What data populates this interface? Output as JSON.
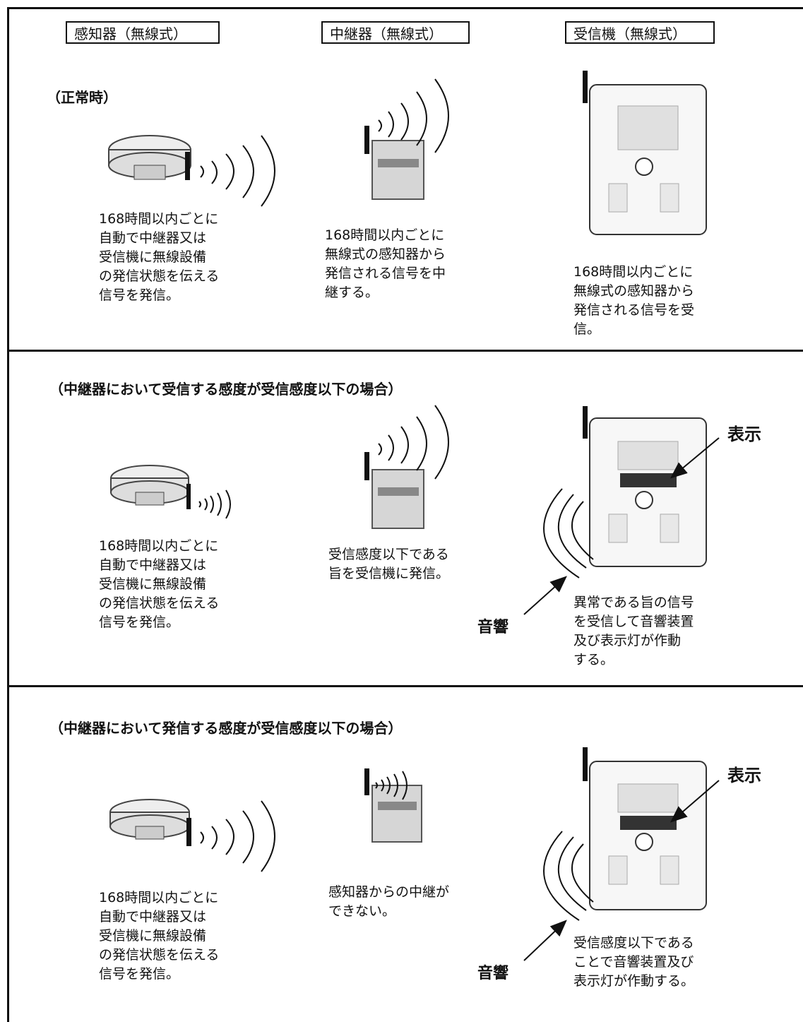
{
  "headers": {
    "sensor": "感知器（無線式）",
    "repeater": "中継器（無線式）",
    "receiver": "受信機（無線式）"
  },
  "sections": [
    {
      "title": "（正常時）",
      "sensor_text": "168時間以内ごとに\n自動で中継器又は\n受信機に無線設備\nの発信状態を伝える\n信号を発信。",
      "repeater_text": "168時間以内ごとに\n無線式の感知器から\n発信される信号を中\n継する。",
      "receiver_text": "168時間以内ごとに\n無線式の感知器から\n発信される信号を受\n信。"
    },
    {
      "title": "（中継器において受信する感度が受信感度以下の場合）",
      "sensor_text": "168時間以内ごとに\n自動で中継器又は\n受信機に無線設備\nの発信状態を伝える\n信号を発信。",
      "repeater_text": "受信感度以下である\n旨を受信機に発信。",
      "receiver_text": "異常である旨の信号\nを受信して音響装置\n及び表示灯が作動\nする。",
      "display_label": "表示",
      "sound_label": "音響"
    },
    {
      "title": "（中継器において発信する感度が受信感度以下の場合）",
      "sensor_text": "168時間以内ごとに\n自動で中継器又は\n受信機に無線設備\nの発信状態を伝える\n信号を発信。",
      "repeater_text": "感知器からの中継が\nできない。",
      "receiver_text": "受信感度以下である\nことで音響装置及び\n表示灯が作動する。",
      "display_label": "表示",
      "sound_label": "音響"
    }
  ]
}
